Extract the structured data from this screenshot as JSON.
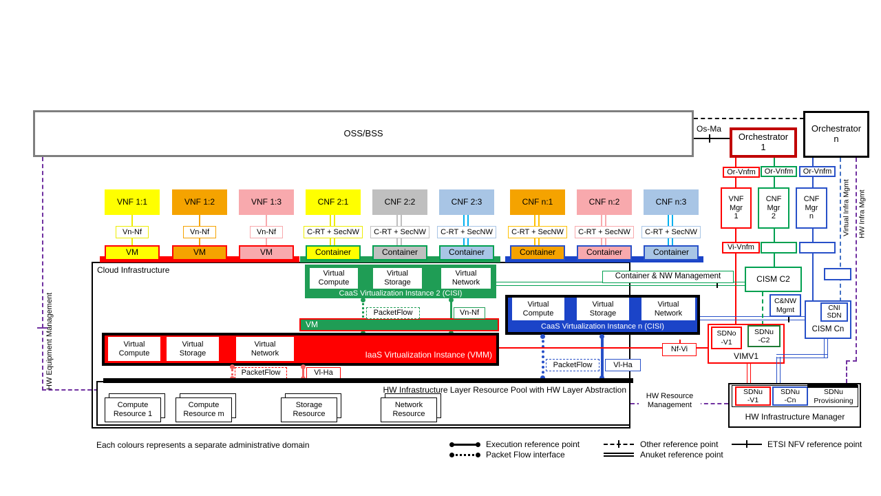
{
  "colors": {
    "yellow": "#FFFF00",
    "orange": "#F5A300",
    "pink": "#F8A9AD",
    "gray": "#BFBFBF",
    "light_blue": "#A8C5E5",
    "cyan": "#00B0F0",
    "green": "#00A050",
    "caas_green": "#1F9D55",
    "red": "#FF0000",
    "dark_red": "#C00000",
    "blue": "#2750C8",
    "caas_blue": "#1B44C8",
    "dashed_blue": "#4472C4",
    "purple": "#7030A0",
    "oss_gray": "#7F7F7F",
    "gold": "#FFC000"
  },
  "top": {
    "oss": "OSS/BSS",
    "os_ma": "Os-Ma",
    "orch1": "Orchestrator\n1",
    "orchN": "Orchestrator\nn"
  },
  "mgr": {
    "or_vnfm_1": "Or-Vnfm",
    "or_vnfm_2": "Or-Vnfm",
    "or_vnfm_n": "Or-Vnfm",
    "vnf_mgr_1": "VNF\nMgr\n1",
    "cnf_mgr_2": "CNF\nMgr\n2",
    "cnf_mgr_n": "CNF\nMgr\nn",
    "vi_vnfm": "Vi-Vnfm"
  },
  "nfs": [
    {
      "label": "VNF 1:1",
      "interface": "Vn-Nf",
      "unit": "VM"
    },
    {
      "label": "VNF 1:2",
      "interface": "Vn-Nf",
      "unit": "VM"
    },
    {
      "label": "VNF 1:3",
      "interface": "Vn-Nf",
      "unit": "VM"
    },
    {
      "label": "CNF 2:1",
      "interface": "C-RT + SecNW",
      "unit": "Container"
    },
    {
      "label": "CNF 2:2",
      "interface": "C-RT + SecNW",
      "unit": "Container"
    },
    {
      "label": "CNF 2:3",
      "interface": "C-RT + SecNW",
      "unit": "Container"
    },
    {
      "label": "CNF n:1",
      "interface": "C-RT + SecNW",
      "unit": "Container"
    },
    {
      "label": "CNF n:2",
      "interface": "C-RT + SecNW",
      "unit": "Container"
    },
    {
      "label": "CNF n:3",
      "interface": "C-RT + SecNW",
      "unit": "Container"
    }
  ],
  "cloud": {
    "title": "Cloud  Infrastructure",
    "caas2": {
      "vc": "Virtual\nCompute",
      "vs": "Virtual\nStorage",
      "vn": "Virtual\nNetwork",
      "label": "CaaS Virtualization Instance 2 (CISI)",
      "packetflow": "PacketFlow",
      "vn_nf": "Vn-Nf"
    },
    "vm_bar": "VM",
    "iaas": {
      "vc": "Virtual\nCompute",
      "vs": "Virtual\nStorage",
      "vn": "Virtual\nNetwork",
      "label": "IaaS Virtualization Instance (VMM)",
      "packetflow": "PacketFlow",
      "vl_ha": "Vl-Ha"
    },
    "caasN": {
      "vc": "Virtual\nCompute",
      "vs": "Virtual\nStorage",
      "vn": "Virtual\nNetwork",
      "label": "CaaS Virtualization Instance n (CISI)",
      "packetflow": "PacketFlow",
      "vl_ha": "Vl-Ha"
    }
  },
  "right": {
    "cism_c2": "CISM C2",
    "cnw_mgmt": "C&NW\nMgmt",
    "container_nw_mgmt": "Container & NW Management",
    "cism_cn": "CISM Cn",
    "cni_sdn": "CNI\nSDN",
    "nf_vi": "Nf-Vi",
    "sdno_v1": "SDNo\n-V1",
    "sdnu_c2": "SDNu\n-C2",
    "vimv1": "VIMV1"
  },
  "hw": {
    "pool_label": "HW Infrastructure Layer Resource Pool with HW Layer Abstraction",
    "resources": [
      {
        "label": "Compute\nResource 1"
      },
      {
        "label": "Compute\nResource m"
      },
      {
        "label": "Storage\nResource"
      },
      {
        "label": "Network\nResource"
      }
    ],
    "resource_mgmt": "HW Resource\nManagement",
    "mgr_title": "HW Infrastructure Manager",
    "sdnu_v1": "SDNu\n-V1",
    "sdnu_cn": "SDNu\n-Cn",
    "sdnu_prov": "SDNu\nProvisioning"
  },
  "verticals": {
    "hw_equipment": "HW Equipment Management",
    "virtual_infra": "Virtual Infra Mgmt",
    "hw_infra": "HW Infra Mgmt"
  },
  "legend": {
    "note": "Each colours represents a separate administrative domain",
    "execution": "Execution reference point",
    "packet_flow": "Packet Flow interface",
    "other": "Other reference point",
    "anuket": "Anuket reference point",
    "etsi": "ETSI NFV reference point"
  }
}
